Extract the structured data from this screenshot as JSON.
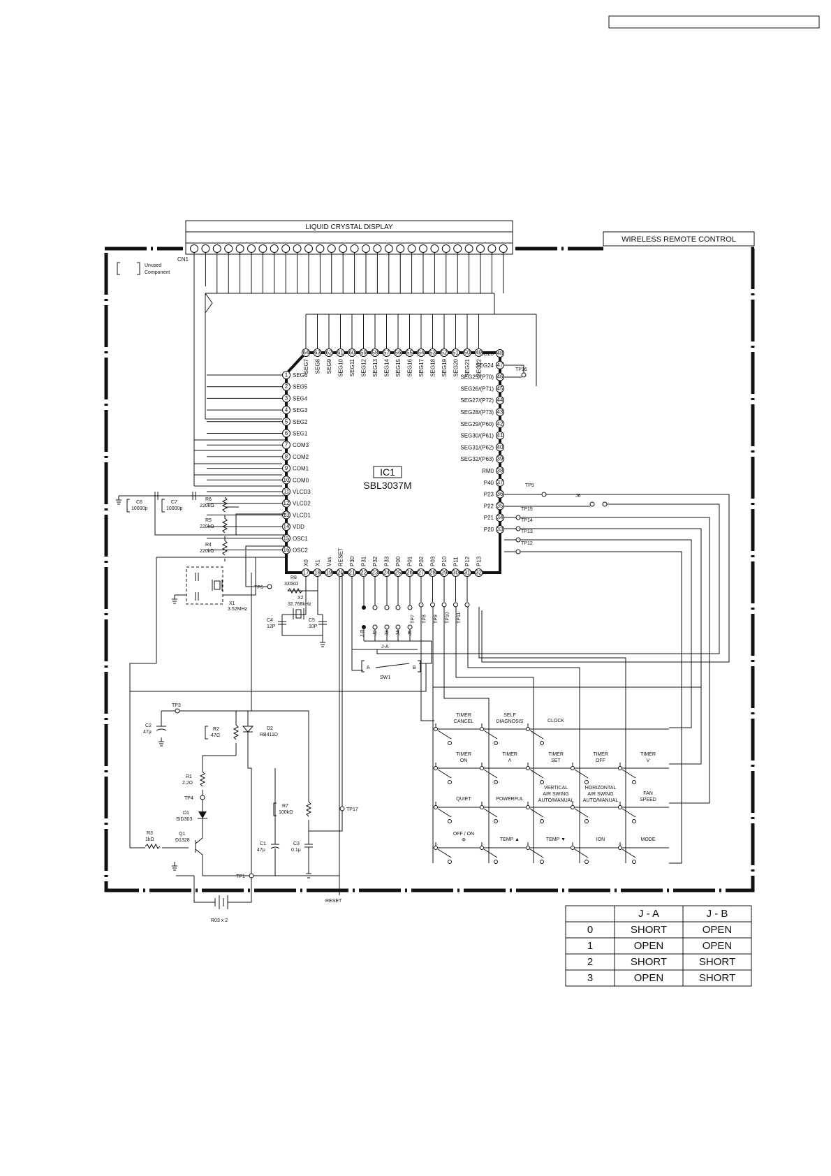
{
  "header_box_text": "",
  "lcd": {
    "label": "LIQUID CRYSTAL DISPLAY",
    "connector": "CN1",
    "pin_count": 28
  },
  "board_title": "WIRELESS REMOTE CONTROL",
  "legend": {
    "bracket": "[   ]",
    "text_line1": "Unused",
    "text_line2": "Component"
  },
  "ic": {
    "ref": "IC1",
    "part": "SBL3037M",
    "left_pins": [
      {
        "num": "1",
        "name": "SEG6"
      },
      {
        "num": "2",
        "name": "SEG5"
      },
      {
        "num": "3",
        "name": "SEG4"
      },
      {
        "num": "4",
        "name": "SEG3"
      },
      {
        "num": "5",
        "name": "SEG2"
      },
      {
        "num": "6",
        "name": "SEG1"
      },
      {
        "num": "7",
        "name": "COM3"
      },
      {
        "num": "8",
        "name": "COM2"
      },
      {
        "num": "9",
        "name": "COM1"
      },
      {
        "num": "10",
        "name": "COM0"
      },
      {
        "num": "11",
        "name": "VLCD3"
      },
      {
        "num": "12",
        "name": "VLCD2"
      },
      {
        "num": "13",
        "name": "VLCD1"
      },
      {
        "num": "14",
        "name": "VDD"
      },
      {
        "num": "15",
        "name": "OSC1"
      },
      {
        "num": "16",
        "name": "OSC2"
      }
    ],
    "right_pins": [
      {
        "num": "48",
        "name": "SEG23"
      },
      {
        "num": "47",
        "name": "SEG24"
      },
      {
        "num": "46",
        "name": "SEG25/(P70)"
      },
      {
        "num": "45",
        "name": "SEG26/(P71)"
      },
      {
        "num": "44",
        "name": "SEG27/(P72)"
      },
      {
        "num": "43",
        "name": "SEG28/(P73)"
      },
      {
        "num": "42",
        "name": "SEG29/(P60)"
      },
      {
        "num": "41",
        "name": "SEG30/(P61)"
      },
      {
        "num": "40",
        "name": "SEG31/(P62)"
      },
      {
        "num": "39",
        "name": "SEG32/(P63)"
      },
      {
        "num": "38",
        "name": "RM0"
      },
      {
        "num": "37",
        "name": "P40"
      },
      {
        "num": "36",
        "name": "P23"
      },
      {
        "num": "35",
        "name": "P22"
      },
      {
        "num": "34",
        "name": "P21"
      },
      {
        "num": "33",
        "name": "P20"
      }
    ],
    "top_pins": [
      {
        "num": "64",
        "name": "SEG7"
      },
      {
        "num": "63",
        "name": "SEG8"
      },
      {
        "num": "62",
        "name": "SEG9"
      },
      {
        "num": "61",
        "name": "SEG10"
      },
      {
        "num": "60",
        "name": "SEG11"
      },
      {
        "num": "59",
        "name": "SEG12"
      },
      {
        "num": "58",
        "name": "SEG13"
      },
      {
        "num": "57",
        "name": "SEG14"
      },
      {
        "num": "56",
        "name": "SEG15"
      },
      {
        "num": "55",
        "name": "SEG16"
      },
      {
        "num": "54",
        "name": "SEG17"
      },
      {
        "num": "53",
        "name": "SEG18"
      },
      {
        "num": "52",
        "name": "SEG19"
      },
      {
        "num": "51",
        "name": "SEG20"
      },
      {
        "num": "50",
        "name": "SEG21"
      },
      {
        "num": "49",
        "name": "SEG22"
      }
    ],
    "bottom_pins": [
      {
        "num": "17",
        "name": "X0"
      },
      {
        "num": "18",
        "name": "X1"
      },
      {
        "num": "19",
        "name": "Vss"
      },
      {
        "num": "20",
        "name": "RESET"
      },
      {
        "num": "21",
        "name": "P30"
      },
      {
        "num": "22",
        "name": "P31"
      },
      {
        "num": "23",
        "name": "P32"
      },
      {
        "num": "24",
        "name": "P33"
      },
      {
        "num": "25",
        "name": "P00"
      },
      {
        "num": "26",
        "name": "P01"
      },
      {
        "num": "27",
        "name": "P02"
      },
      {
        "num": "28",
        "name": "P03"
      },
      {
        "num": "29",
        "name": "P10"
      },
      {
        "num": "30",
        "name": "P11"
      },
      {
        "num": "31",
        "name": "P12"
      },
      {
        "num": "32",
        "name": "P13"
      }
    ]
  },
  "components": {
    "c6": {
      "ref": "C6",
      "value": "10000p"
    },
    "c7": {
      "ref": "C7",
      "value": "10000p"
    },
    "r6": {
      "ref": "R6",
      "value": "220kΩ"
    },
    "r5": {
      "ref": "R5",
      "value": "220kΩ"
    },
    "r4": {
      "ref": "R4",
      "value": "220kΩ"
    },
    "x1": {
      "ref": "X1",
      "value": "3.52MHz"
    },
    "tp6": "TP6",
    "r8": {
      "ref": "R8",
      "value": "330kΩ"
    },
    "x2": {
      "ref": "X2",
      "value": "32.768kHz"
    },
    "c4": {
      "ref": "C4",
      "value": "12P"
    },
    "c5": {
      "ref": "C5",
      "value": "10P"
    },
    "tp16": "TP16",
    "tp5": "TP5",
    "j6": "J6",
    "tp15": "TP15",
    "tp14": "TP14",
    "tp13": "TP13",
    "tp12": "TP12",
    "jumpers": [
      "J2",
      "J3",
      "J4",
      "J5"
    ],
    "jb": "J-B",
    "ja": "J-A",
    "sw1": {
      "ref": "SW1",
      "a": "A",
      "b": "B"
    },
    "tp_bottom": [
      "TP7",
      "TP8",
      "TP9",
      "TP10",
      "TP11"
    ],
    "tp3": "TP3",
    "c2": {
      "ref": "C2",
      "value": "47μ"
    },
    "r2": {
      "ref": "R2",
      "value": "47Ω"
    },
    "d2": {
      "ref": "D2",
      "value": "RB411D"
    },
    "r1": {
      "ref": "R1",
      "value": "2.2Ω"
    },
    "tp4": "TP4",
    "d1": {
      "ref": "D1",
      "value": "SID303"
    },
    "r3": {
      "ref": "R3",
      "value": "1kΩ"
    },
    "q1": {
      "ref": "Q1",
      "value": "D1328"
    },
    "r7": {
      "ref": "R7",
      "value": "100kΩ"
    },
    "tp17": "TP17",
    "c1": {
      "ref": "C1",
      "value": "47μ"
    },
    "c3": {
      "ref": "C3",
      "value": "0.1μ"
    },
    "tp1": "TP1",
    "battery": "R03 x 2",
    "reset_label": "RESET"
  },
  "keys": [
    {
      "row": 0,
      "col": 0,
      "line1": "TIMER",
      "line2": "CANCEL"
    },
    {
      "row": 0,
      "col": 1,
      "line1": "SELF",
      "line2": "DIAGNOSIS"
    },
    {
      "row": 0,
      "col": 2,
      "line1": "CLOCK",
      "line2": ""
    },
    {
      "row": 1,
      "col": 0,
      "line1": "TIMER",
      "line2": "ON"
    },
    {
      "row": 1,
      "col": 1,
      "line1": "TIMER",
      "line2": "Λ"
    },
    {
      "row": 1,
      "col": 2,
      "line1": "TIMER",
      "line2": "SET"
    },
    {
      "row": 1,
      "col": 3,
      "line1": "TIMER",
      "line2": "OFF"
    },
    {
      "row": 1,
      "col": 4,
      "line1": "TIMER",
      "line2": "V"
    },
    {
      "row": 2,
      "col": 0,
      "line1": "QUIET",
      "line2": ""
    },
    {
      "row": 2,
      "col": 1,
      "line1": "POWERFUL",
      "line2": ""
    },
    {
      "row": 2,
      "col": 2,
      "line1": "VERTICAL",
      "line2": "AIR SWING",
      "line3": "AUTO/MANUAL"
    },
    {
      "row": 2,
      "col": 3,
      "line1": "HORIZONTAL",
      "line2": "AIR SWING",
      "line3": "AUTO/MANUAL"
    },
    {
      "row": 2,
      "col": 4,
      "line1": "FAN",
      "line2": "SPEED"
    },
    {
      "row": 3,
      "col": 0,
      "line1": "OFF / ON",
      "line2": "Φ"
    },
    {
      "row": 3,
      "col": 1,
      "line1": "TEMP ▲",
      "line2": ""
    },
    {
      "row": 3,
      "col": 2,
      "line1": "TEMP ▼",
      "line2": ""
    },
    {
      "row": 3,
      "col": 3,
      "line1": "ION",
      "line2": ""
    },
    {
      "row": 3,
      "col": 4,
      "line1": "MODE",
      "line2": ""
    }
  ],
  "jumper_table": {
    "headers": [
      "",
      "J - A",
      "J - B"
    ],
    "rows": [
      [
        "0",
        "SHORT",
        "OPEN"
      ],
      [
        "1",
        "OPEN",
        "OPEN"
      ],
      [
        "2",
        "SHORT",
        "SHORT"
      ],
      [
        "3",
        "OPEN",
        "SHORT"
      ]
    ]
  }
}
